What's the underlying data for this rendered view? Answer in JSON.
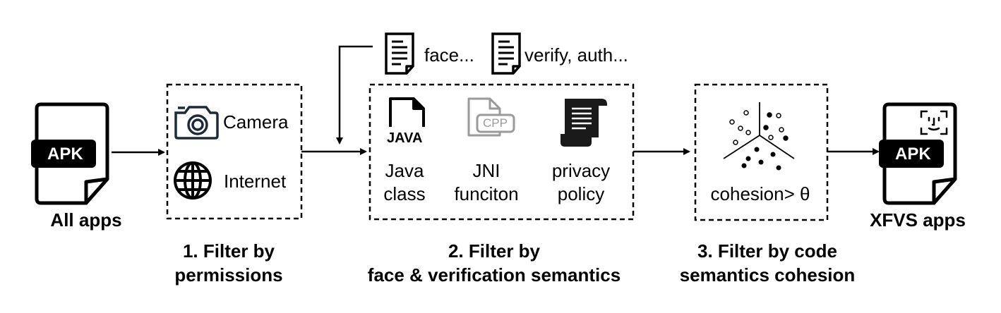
{
  "sources": {
    "all_apps_label": "All apps",
    "apk_badge": "APK"
  },
  "stage1": {
    "items": [
      "Camera",
      "Internet"
    ],
    "caption_line1": "1. Filter by",
    "caption_line2": "permissions"
  },
  "keywords": {
    "face": "face...",
    "verify": "verify, auth..."
  },
  "stage2": {
    "java_icon_text": "JAVA",
    "cpp_icon_text": "CPP",
    "java_label_line1": "Java",
    "java_label_line2": "class",
    "jni_label_line1": "JNI",
    "jni_label_line2": "funciton",
    "privacy_label_line1": "privacy",
    "privacy_label_line2": "policy",
    "caption_line1": "2. Filter by",
    "caption_line2": "face & verification semantics"
  },
  "stage3": {
    "cohesion_label": "cohesion> θ",
    "caption_line1": "3. Filter by code",
    "caption_line2": "semantics cohesion"
  },
  "output": {
    "apk_badge": "APK",
    "xfvs_label": "XFVS apps"
  }
}
